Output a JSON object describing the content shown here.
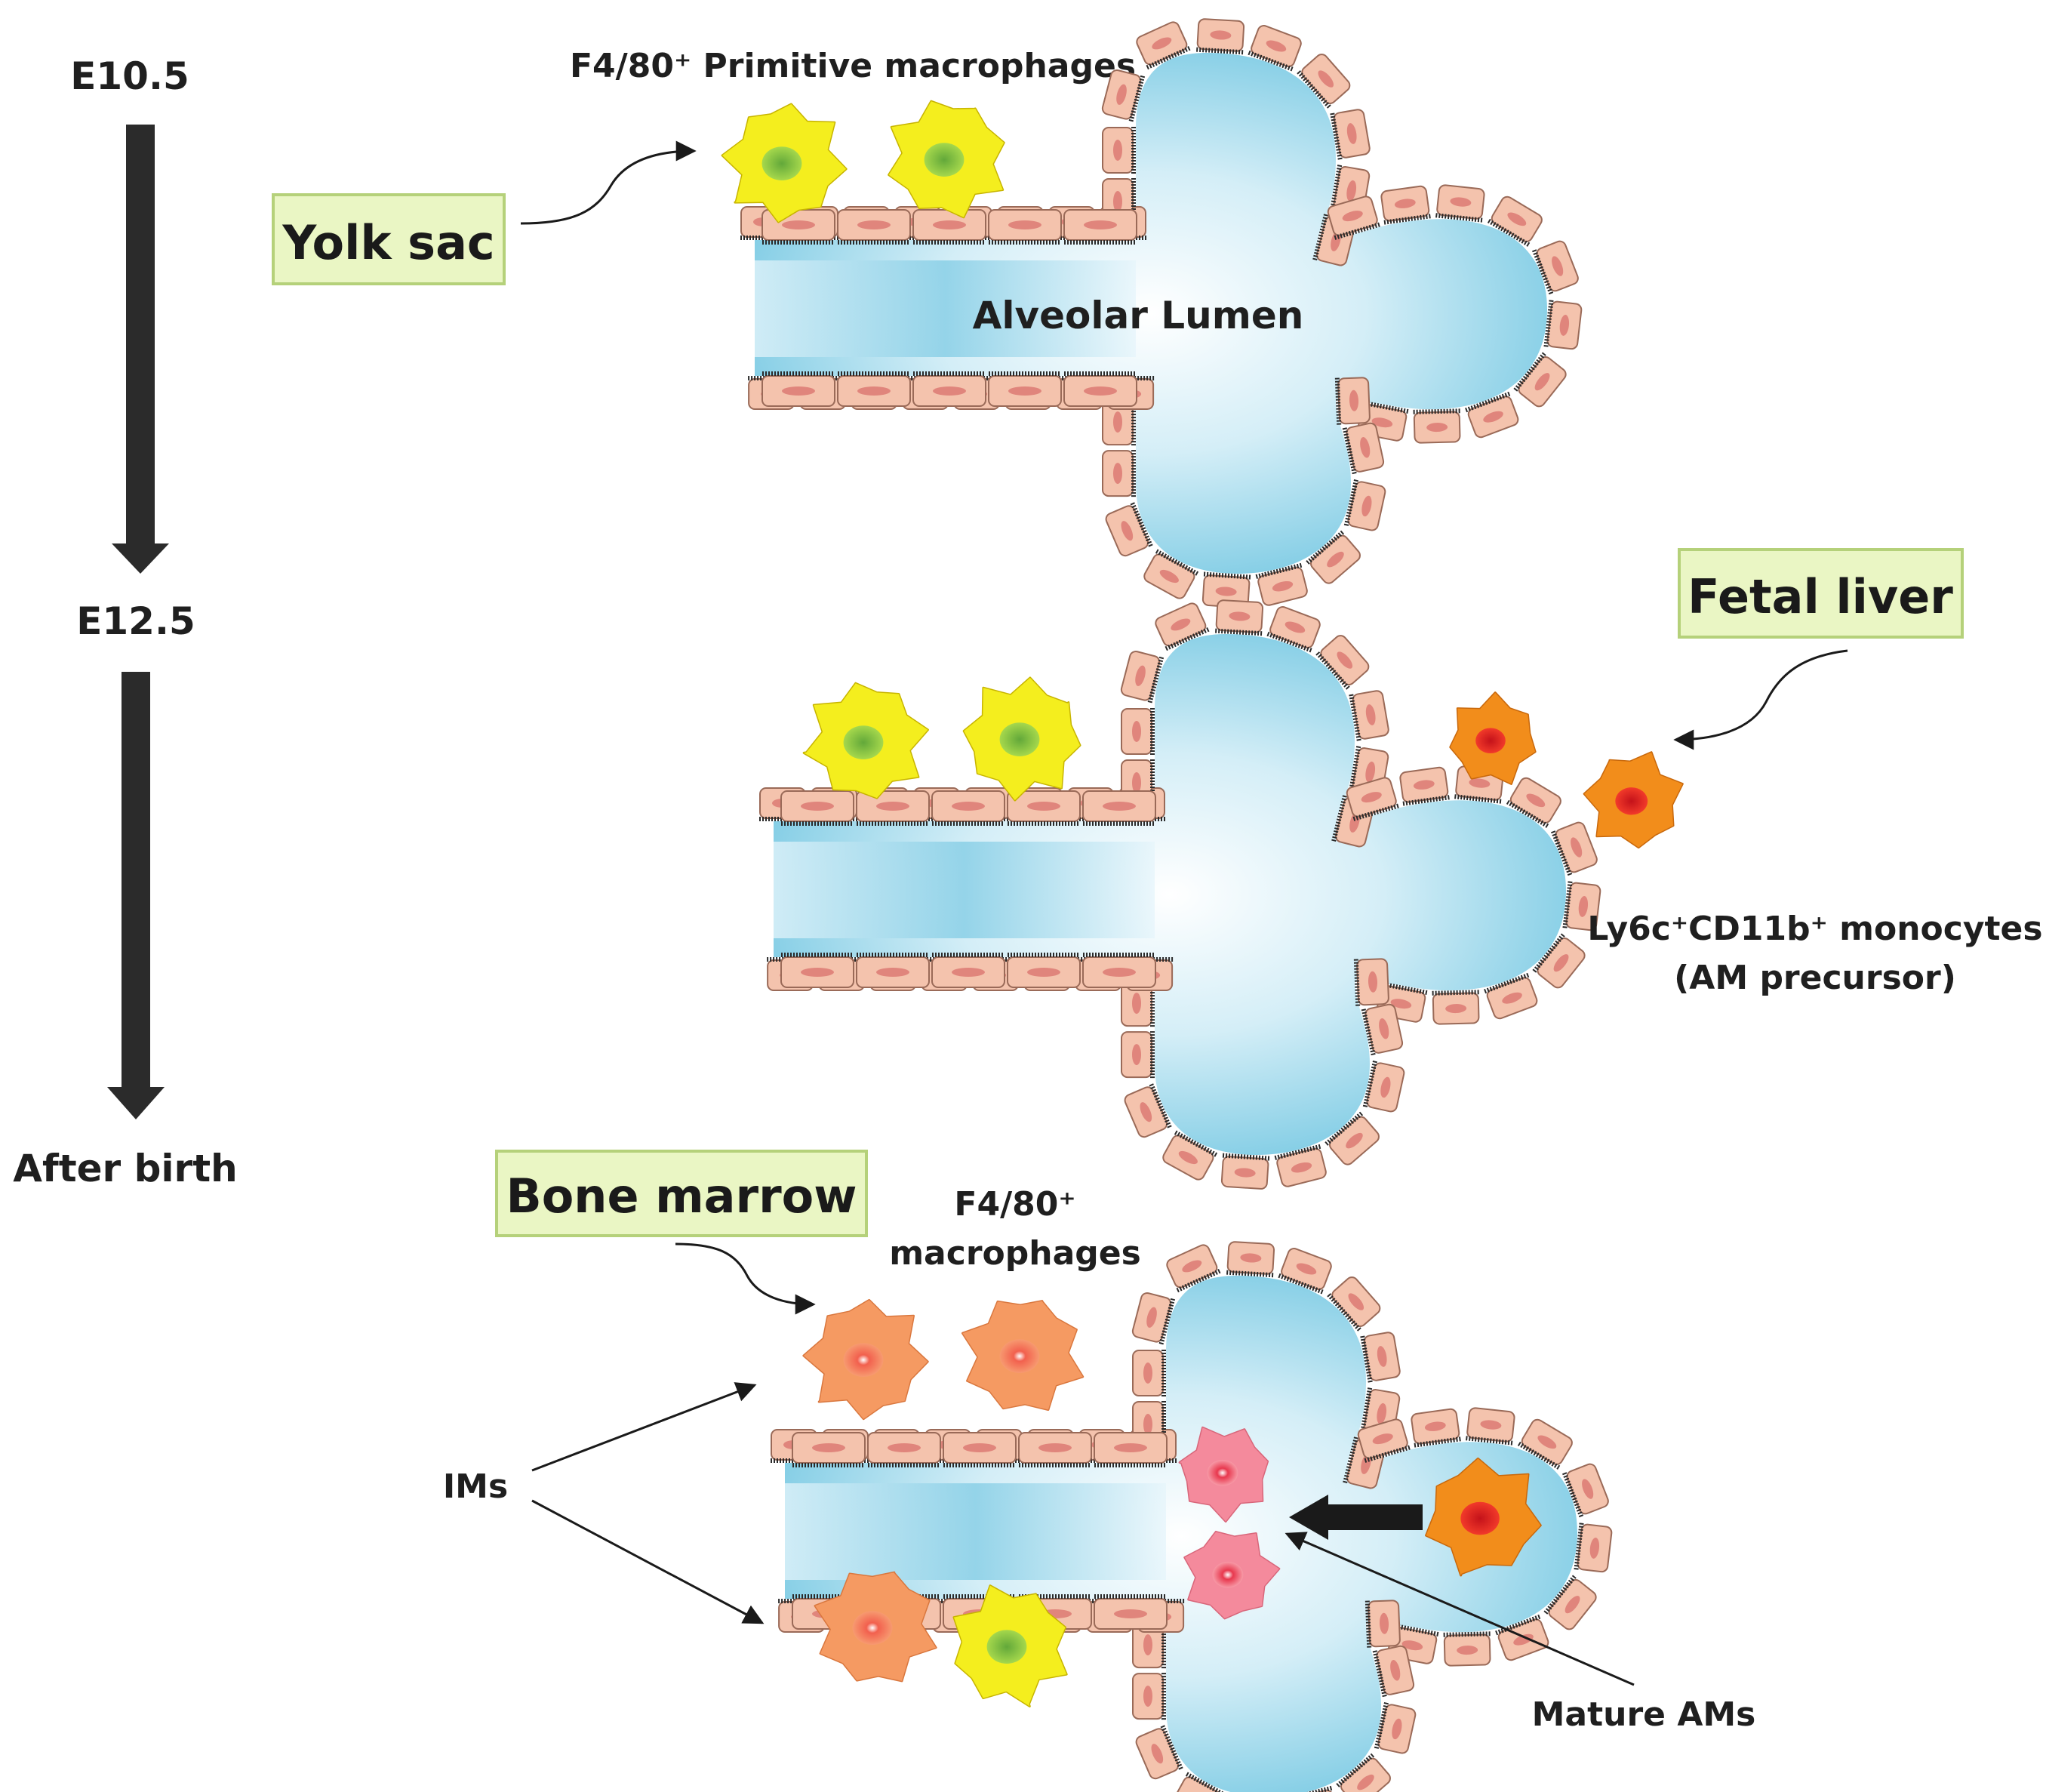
{
  "timeline": {
    "stage1": "E10.5",
    "stage2": "E12.5",
    "stage3": "After birth"
  },
  "panel1": {
    "source_label": "Yolk sac",
    "cells_label": "F4/80⁺ Primitive macrophages",
    "lumen_label": "Alveolar Lumen"
  },
  "panel2": {
    "source_label": "Fetal liver",
    "cells_label_line1": "Ly6c⁺CD11b⁺ monocytes",
    "cells_label_line2": "(AM precursor)"
  },
  "panel3": {
    "source_label": "Bone marrow",
    "cells_label_line1": "F4/80⁺",
    "cells_label_line2": "macrophages",
    "ims_label": "IMs",
    "mature_label": "Mature AMs"
  },
  "colors": {
    "lumen": "#6cc4e0",
    "epithelium_fill": "#f4c3ad",
    "epithelium_nucleus": "#e0857c",
    "epithelium_border": "#2a2a2a",
    "primitive_macrophage": "#f4ee1e",
    "primitive_nucleus": "#8cc63e",
    "monocyte": "#f28d1b",
    "monocyte_nucleus": "#e0201b",
    "bm_macrophage": "#f59a62",
    "mature_am": "#f48a9c",
    "source_box_fill": "#eaf6c4",
    "source_box_border": "#b5d17a",
    "timeline_arrow": "#2b2b2b"
  }
}
